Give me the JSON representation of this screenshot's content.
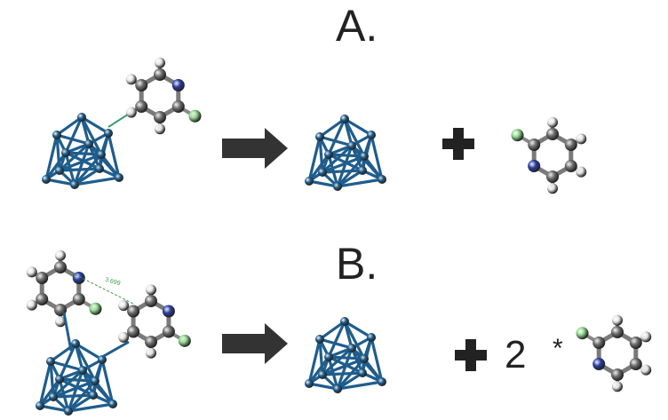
{
  "panels": [
    {
      "label": "A.",
      "multiplier": ""
    },
    {
      "label": "B.",
      "multiplier": "2",
      "multiply_symbol": "*",
      "distance_label": "3.699"
    }
  ],
  "colors": {
    "cluster": "#1f5d8c",
    "carbon": "#707070",
    "nitrogen": "#2a3fa8",
    "chlorine": "#8fd88a",
    "hydrogen": "#e6e6e6",
    "arrow": "#333333"
  }
}
